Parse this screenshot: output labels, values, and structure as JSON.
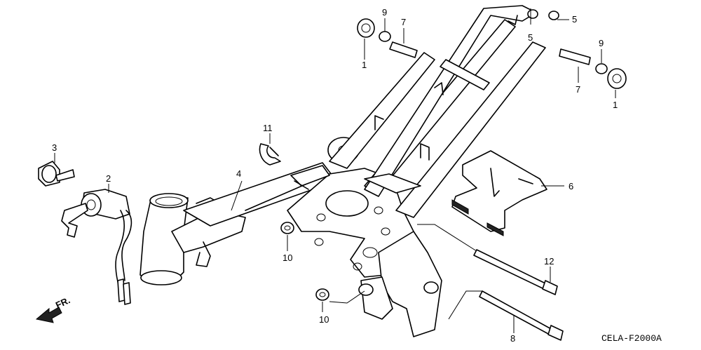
{
  "diagram_code": "CELA-F2000A",
  "direction_label": "FR.",
  "callouts": {
    "c1a": "1",
    "c1b": "1",
    "c2": "2",
    "c3": "3",
    "c4": "4",
    "c5a": "5",
    "c5b": "5",
    "c6": "6",
    "c7a": "7",
    "c7b": "7",
    "c8": "8",
    "c9a": "9",
    "c9b": "9",
    "c10a": "10",
    "c10b": "10",
    "c11": "11",
    "c12": "12"
  }
}
